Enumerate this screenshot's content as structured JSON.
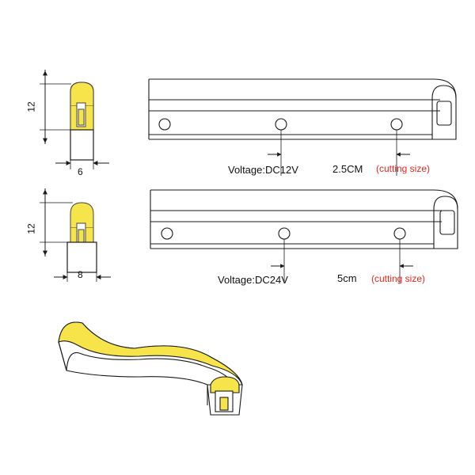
{
  "colors": {
    "line": "#1a1a1a",
    "led_yellow": "#f7e44b",
    "led_outline": "#444444",
    "note_red": "#e8261f",
    "background": "#ffffff"
  },
  "profile_12v": {
    "height_label": "12",
    "width_label": "6"
  },
  "profile_24v": {
    "height_label": "12",
    "width_label": "8"
  },
  "strip_12v": {
    "voltage": "Voltage:DC12V",
    "cut_length": "2.5CM",
    "cut_note": "(cutting size)"
  },
  "strip_24v": {
    "voltage": "Voltage:DC24V",
    "cut_length": "5cm",
    "cut_note": "(cutting size)"
  }
}
